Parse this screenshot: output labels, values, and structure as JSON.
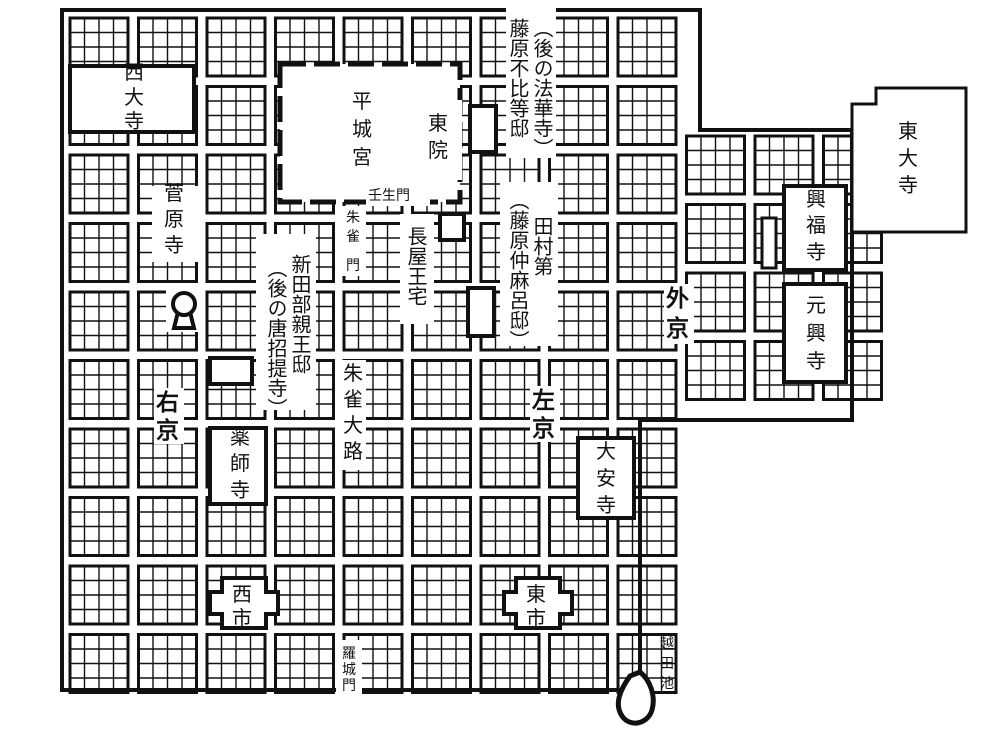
{
  "map": {
    "palace": {
      "line1": "平",
      "line2": "城",
      "line3": "宮"
    },
    "east_garden": {
      "line1": "東",
      "line2": "院"
    },
    "gates": {
      "mibu_gate": "壬生門",
      "suzaku_gate": {
        "line1": "朱",
        "line2": "雀",
        "line3": "門"
      },
      "rajo_gate": {
        "line1": "羅",
        "line2": "城",
        "line3": "門"
      }
    },
    "roads": {
      "suzaku_oji": {
        "line1": "朱",
        "line2": "雀",
        "line3": "大",
        "line4": "路"
      }
    },
    "districts": {
      "ukyo": {
        "line1": "右",
        "line2": "京"
      },
      "sakyo": {
        "line1": "左",
        "line2": "京"
      },
      "gekyo": {
        "line1": "外",
        "line2": "京"
      }
    },
    "temples": {
      "saidaiji": {
        "line1": "西",
        "line2": "大",
        "line3": "寺"
      },
      "sugawaradera": {
        "line1": "菅",
        "line2": "原",
        "line3": "寺"
      },
      "yakushiji": {
        "line1": "薬",
        "line2": "師",
        "line3": "寺"
      },
      "todaiji": {
        "line1": "東",
        "line2": "大",
        "line3": "寺"
      },
      "kofukuji": {
        "line1": "興",
        "line2": "福",
        "line3": "寺"
      },
      "gangoji": {
        "line1": "元",
        "line2": "興",
        "line3": "寺"
      },
      "daianji": {
        "line1": "大",
        "line2": "安",
        "line3": "寺"
      }
    },
    "markets": {
      "west_market": {
        "line1": "西",
        "line2": "市"
      },
      "east_market": {
        "line1": "東",
        "line2": "市"
      }
    },
    "residences": {
      "fuhito": {
        "c1": "藤原不比等邸",
        "c2": "（後の法華寺）"
      },
      "nakamaro": {
        "c1": "（藤原仲麻呂邸）",
        "c2": "田村第"
      },
      "nagaya": {
        "c1": "長屋王宅"
      },
      "niitabe": {
        "c1": "新田部親王邸",
        "c2": "（後の唐招提寺）"
      }
    },
    "pond": {
      "line1": "越",
      "line2": "田",
      "line3": "池"
    }
  }
}
